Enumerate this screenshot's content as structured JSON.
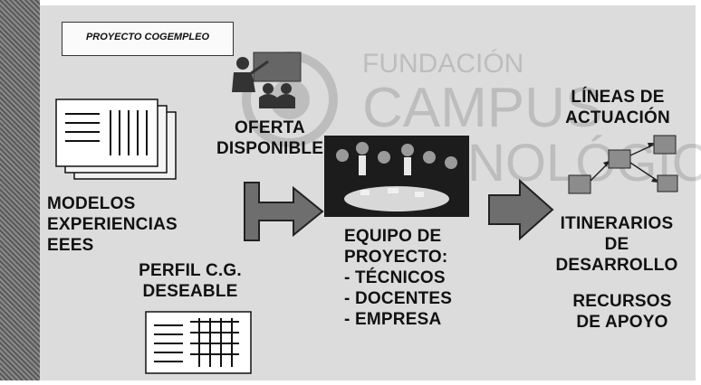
{
  "project_label": "PROYECTO COGEMPLEO",
  "left_column": {
    "modelos_lines": [
      "MODELOS",
      "EXPERIENCIAS",
      "EEES"
    ],
    "perfil_lines": [
      "PERFIL C.G.",
      "DESEABLE"
    ]
  },
  "oferta_lines": [
    "OFERTA",
    "DISPONIBLE"
  ],
  "equipo_lines": [
    "EQUIPO DE",
    "PROYECTO:",
    "- TÉCNICOS",
    "- DOCENTES",
    "- EMPRESA"
  ],
  "right_column": {
    "lineas_lines": [
      "LÍNEAS DE",
      "ACTUACIÓN"
    ],
    "itinerarios_lines": [
      "ITINERARIOS",
      "DE",
      "DESARROLLO"
    ],
    "recursos_lines": [
      "RECURSOS",
      "DE APOYO"
    ]
  },
  "watermark_lines": [
    "FUNDACIÓN",
    "CAMPUS",
    "TECNOLÓGICO"
  ],
  "colors": {
    "background": "#dcdcdc",
    "arrow": "#6e6e6e",
    "node": "#8c8c8c",
    "text": "#111111"
  },
  "icons": [
    "documents-icon",
    "presenter-icon",
    "meeting-photo",
    "node-diagram-icon",
    "table-form-icon"
  ]
}
